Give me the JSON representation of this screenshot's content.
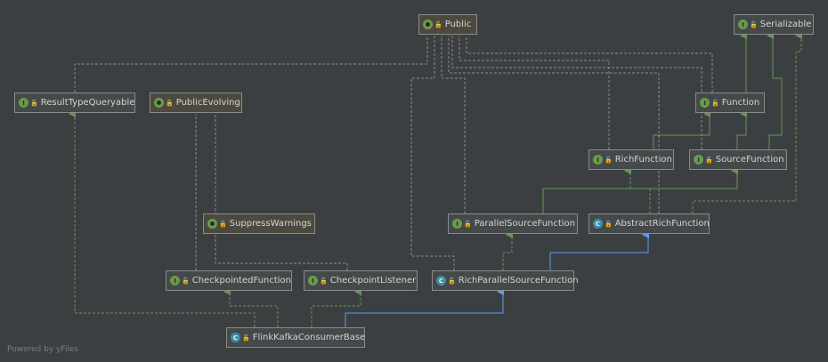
{
  "nodes": [
    {
      "id": "public",
      "label": "Public",
      "kind": "annotation",
      "icon": "annotation-icon"
    },
    {
      "id": "serializable",
      "label": "Serializable",
      "kind": "interface",
      "icon": "interface-icon"
    },
    {
      "id": "resulttypequeryable",
      "label": "ResultTypeQueryable",
      "kind": "interface",
      "icon": "interface-icon"
    },
    {
      "id": "publicevolving",
      "label": "PublicEvolving",
      "kind": "annotation",
      "icon": "annotation-icon"
    },
    {
      "id": "function",
      "label": "Function",
      "kind": "interface",
      "icon": "interface-icon"
    },
    {
      "id": "richfunction",
      "label": "RichFunction",
      "kind": "interface",
      "icon": "interface-icon"
    },
    {
      "id": "sourcefunction",
      "label": "SourceFunction",
      "kind": "interface",
      "icon": "interface-icon"
    },
    {
      "id": "suppresswarnings",
      "label": "SuppressWarnings",
      "kind": "annotation",
      "icon": "annotation-icon"
    },
    {
      "id": "parallelsourcefunction",
      "label": "ParallelSourceFunction",
      "kind": "interface",
      "icon": "interface-icon"
    },
    {
      "id": "abstractrichfunction",
      "label": "AbstractRichFunction",
      "kind": "abstract-class",
      "icon": "abstract-class-icon"
    },
    {
      "id": "checkpointedfunction",
      "label": "CheckpointedFunction",
      "kind": "interface",
      "icon": "interface-icon"
    },
    {
      "id": "checkpointlistener",
      "label": "CheckpointListener",
      "kind": "interface",
      "icon": "interface-icon"
    },
    {
      "id": "richparallelsourcefunction",
      "label": "RichParallelSourceFunction",
      "kind": "abstract-class",
      "icon": "abstract-class-icon"
    },
    {
      "id": "flinkkafkaconsumerbase",
      "label": "FlinkKafkaConsumerBase",
      "kind": "abstract-class",
      "icon": "abstract-class-icon"
    }
  ],
  "edges": [
    {
      "from": "function",
      "to": "serializable",
      "type": "extends"
    },
    {
      "from": "richfunction",
      "to": "function",
      "type": "extends"
    },
    {
      "from": "sourcefunction",
      "to": "function",
      "type": "extends"
    },
    {
      "from": "sourcefunction",
      "to": "serializable",
      "type": "extends"
    },
    {
      "from": "parallelsourcefunction",
      "to": "sourcefunction",
      "type": "extends"
    },
    {
      "from": "abstractrichfunction",
      "to": "richfunction",
      "type": "implements"
    },
    {
      "from": "abstractrichfunction",
      "to": "serializable",
      "type": "implements"
    },
    {
      "from": "richparallelsourcefunction",
      "to": "abstractrichfunction",
      "type": "inherits"
    },
    {
      "from": "richparallelsourcefunction",
      "to": "parallelsourcefunction",
      "type": "implements"
    },
    {
      "from": "flinkkafkaconsumerbase",
      "to": "richparallelsourcefunction",
      "type": "inherits"
    },
    {
      "from": "flinkkafkaconsumerbase",
      "to": "checkpointedfunction",
      "type": "implements"
    },
    {
      "from": "flinkkafkaconsumerbase",
      "to": "checkpointlistener",
      "type": "implements"
    },
    {
      "from": "flinkkafkaconsumerbase",
      "to": "resulttypequeryable",
      "type": "implements"
    },
    {
      "from": "checkpointedfunction",
      "to": "publicevolving",
      "type": "annotated"
    },
    {
      "from": "resulttypequeryable",
      "to": "public",
      "type": "annotated"
    },
    {
      "from": "function",
      "to": "public",
      "type": "annotated"
    },
    {
      "from": "richfunction",
      "to": "public",
      "type": "annotated"
    },
    {
      "from": "sourcefunction",
      "to": "public",
      "type": "annotated"
    },
    {
      "from": "parallelsourcefunction",
      "to": "public",
      "type": "annotated"
    },
    {
      "from": "abstractrichfunction",
      "to": "public",
      "type": "annotated"
    },
    {
      "from": "richparallelsourcefunction",
      "to": "public",
      "type": "annotated"
    },
    {
      "from": "checkpointlistener",
      "to": "publicevolving",
      "type": "annotated"
    }
  ],
  "colors": {
    "background": "#3c3f41",
    "implements": "#629755",
    "inherits": "#589df6",
    "annotated": "#8a8a8a"
  },
  "footer": "Powered by yFiles"
}
